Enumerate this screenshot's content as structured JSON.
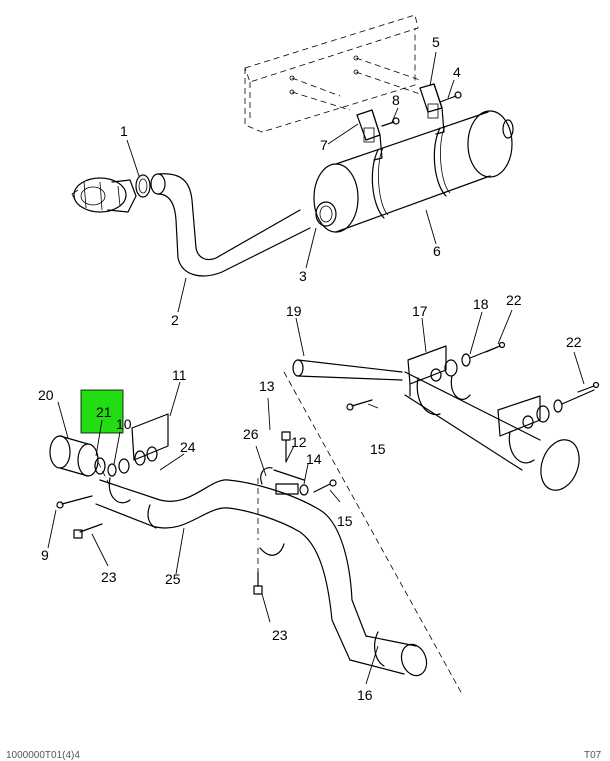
{
  "diagram": {
    "highlight_color": "#22dd11",
    "callouts": [
      {
        "id": "callout-1",
        "text": "1"
      },
      {
        "id": "callout-2",
        "text": "2"
      },
      {
        "id": "callout-3",
        "text": "3"
      },
      {
        "id": "callout-4",
        "text": "4"
      },
      {
        "id": "callout-5",
        "text": "5"
      },
      {
        "id": "callout-6",
        "text": "6"
      },
      {
        "id": "callout-7",
        "text": "7"
      },
      {
        "id": "callout-8",
        "text": "8"
      },
      {
        "id": "callout-9",
        "text": "9"
      },
      {
        "id": "callout-10",
        "text": "10"
      },
      {
        "id": "callout-11",
        "text": "11"
      },
      {
        "id": "callout-12",
        "text": "12"
      },
      {
        "id": "callout-13",
        "text": "13"
      },
      {
        "id": "callout-14",
        "text": "14"
      },
      {
        "id": "callout-15a",
        "text": "15"
      },
      {
        "id": "callout-15b",
        "text": "15"
      },
      {
        "id": "callout-16",
        "text": "16"
      },
      {
        "id": "callout-17",
        "text": "17"
      },
      {
        "id": "callout-18",
        "text": "18"
      },
      {
        "id": "callout-19",
        "text": "19"
      },
      {
        "id": "callout-20",
        "text": "20"
      },
      {
        "id": "callout-21",
        "text": "21"
      },
      {
        "id": "callout-22a",
        "text": "22"
      },
      {
        "id": "callout-22b",
        "text": "22"
      },
      {
        "id": "callout-23a",
        "text": "23"
      },
      {
        "id": "callout-23b",
        "text": "23"
      },
      {
        "id": "callout-24",
        "text": "24"
      },
      {
        "id": "callout-25",
        "text": "25"
      },
      {
        "id": "callout-26",
        "text": "26"
      }
    ],
    "footer_left": "1000000T01(4)4",
    "footer_right": "T07"
  }
}
